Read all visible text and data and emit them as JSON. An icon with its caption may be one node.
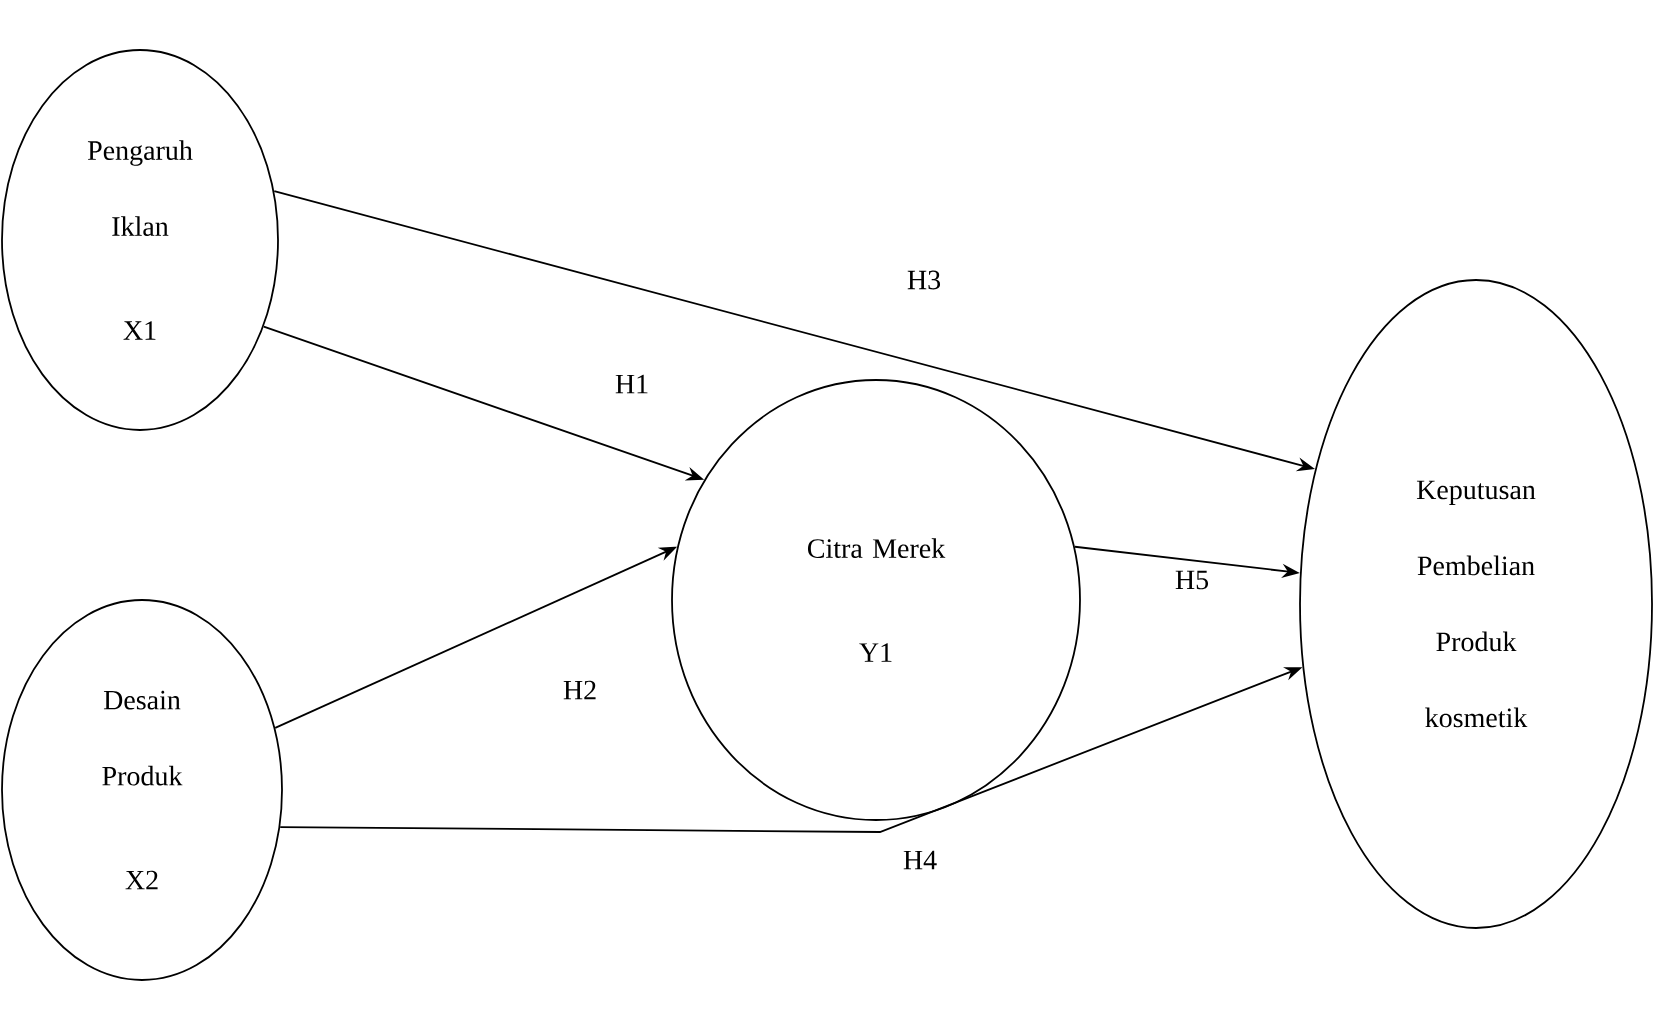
{
  "diagram": {
    "nodes": [
      {
        "text": [
          "Pengaruh Iklan",
          "X1"
        ]
      },
      {
        "text": [
          "Desain Produk",
          "X2"
        ]
      },
      {
        "text": [
          "Citra Merek",
          "Y1"
        ]
      },
      {
        "text": [
          "Keputusan Pembelian Produk kosmetik"
        ]
      }
    ],
    "edges": [
      {
        "from": 0,
        "to": 2,
        "arrow": "to",
        "label": "H1"
      },
      {
        "from": 1,
        "to": 2,
        "arrow": "to",
        "label": "H2"
      },
      {
        "from": 0,
        "to": 3,
        "arrow": "to",
        "label": "H3"
      },
      {
        "from": 1,
        "to": 3,
        "arrow": "to",
        "label": "H4"
      },
      {
        "from": 2,
        "to": 3,
        "arrow": "to",
        "label": "H5"
      }
    ]
  }
}
